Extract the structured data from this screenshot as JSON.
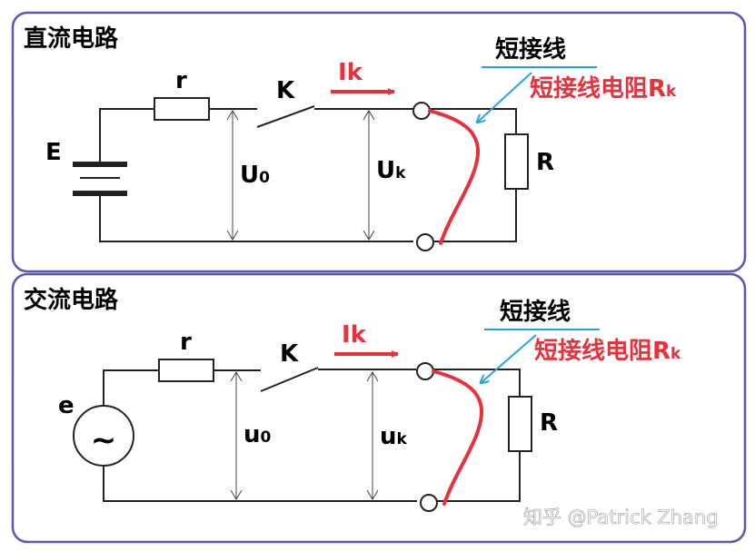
{
  "panels": [
    {
      "title": "直流电路",
      "source_label": "E",
      "resistor_label": "r",
      "switch_label": "K",
      "current_label": "Ik",
      "voltage_left_main": "U",
      "voltage_left_sub": "0",
      "voltage_right_main": "U",
      "voltage_right_sub": "k",
      "load_label": "R",
      "short_wire_label": "短接线",
      "short_resistance_label": "短接线电阻R",
      "short_resistance_sub": "k"
    },
    {
      "title": "交流电路",
      "source_label": "e",
      "ac_symbol": "~",
      "resistor_label": "r",
      "switch_label": "K",
      "current_label": "Ik",
      "voltage_left_main": "u",
      "voltage_left_sub": "0",
      "voltage_right_main": "u",
      "voltage_right_sub": "k",
      "load_label": "R",
      "short_wire_label": "短接线",
      "short_resistance_label": "短接线电阻R",
      "short_resistance_sub": "k"
    }
  ],
  "watermark": "知乎 @Patrick Zhang",
  "colors": {
    "frame": "#5b55b3",
    "wire": "#222222",
    "short_wire": "#e8313a",
    "callout": "#29a3e0"
  }
}
